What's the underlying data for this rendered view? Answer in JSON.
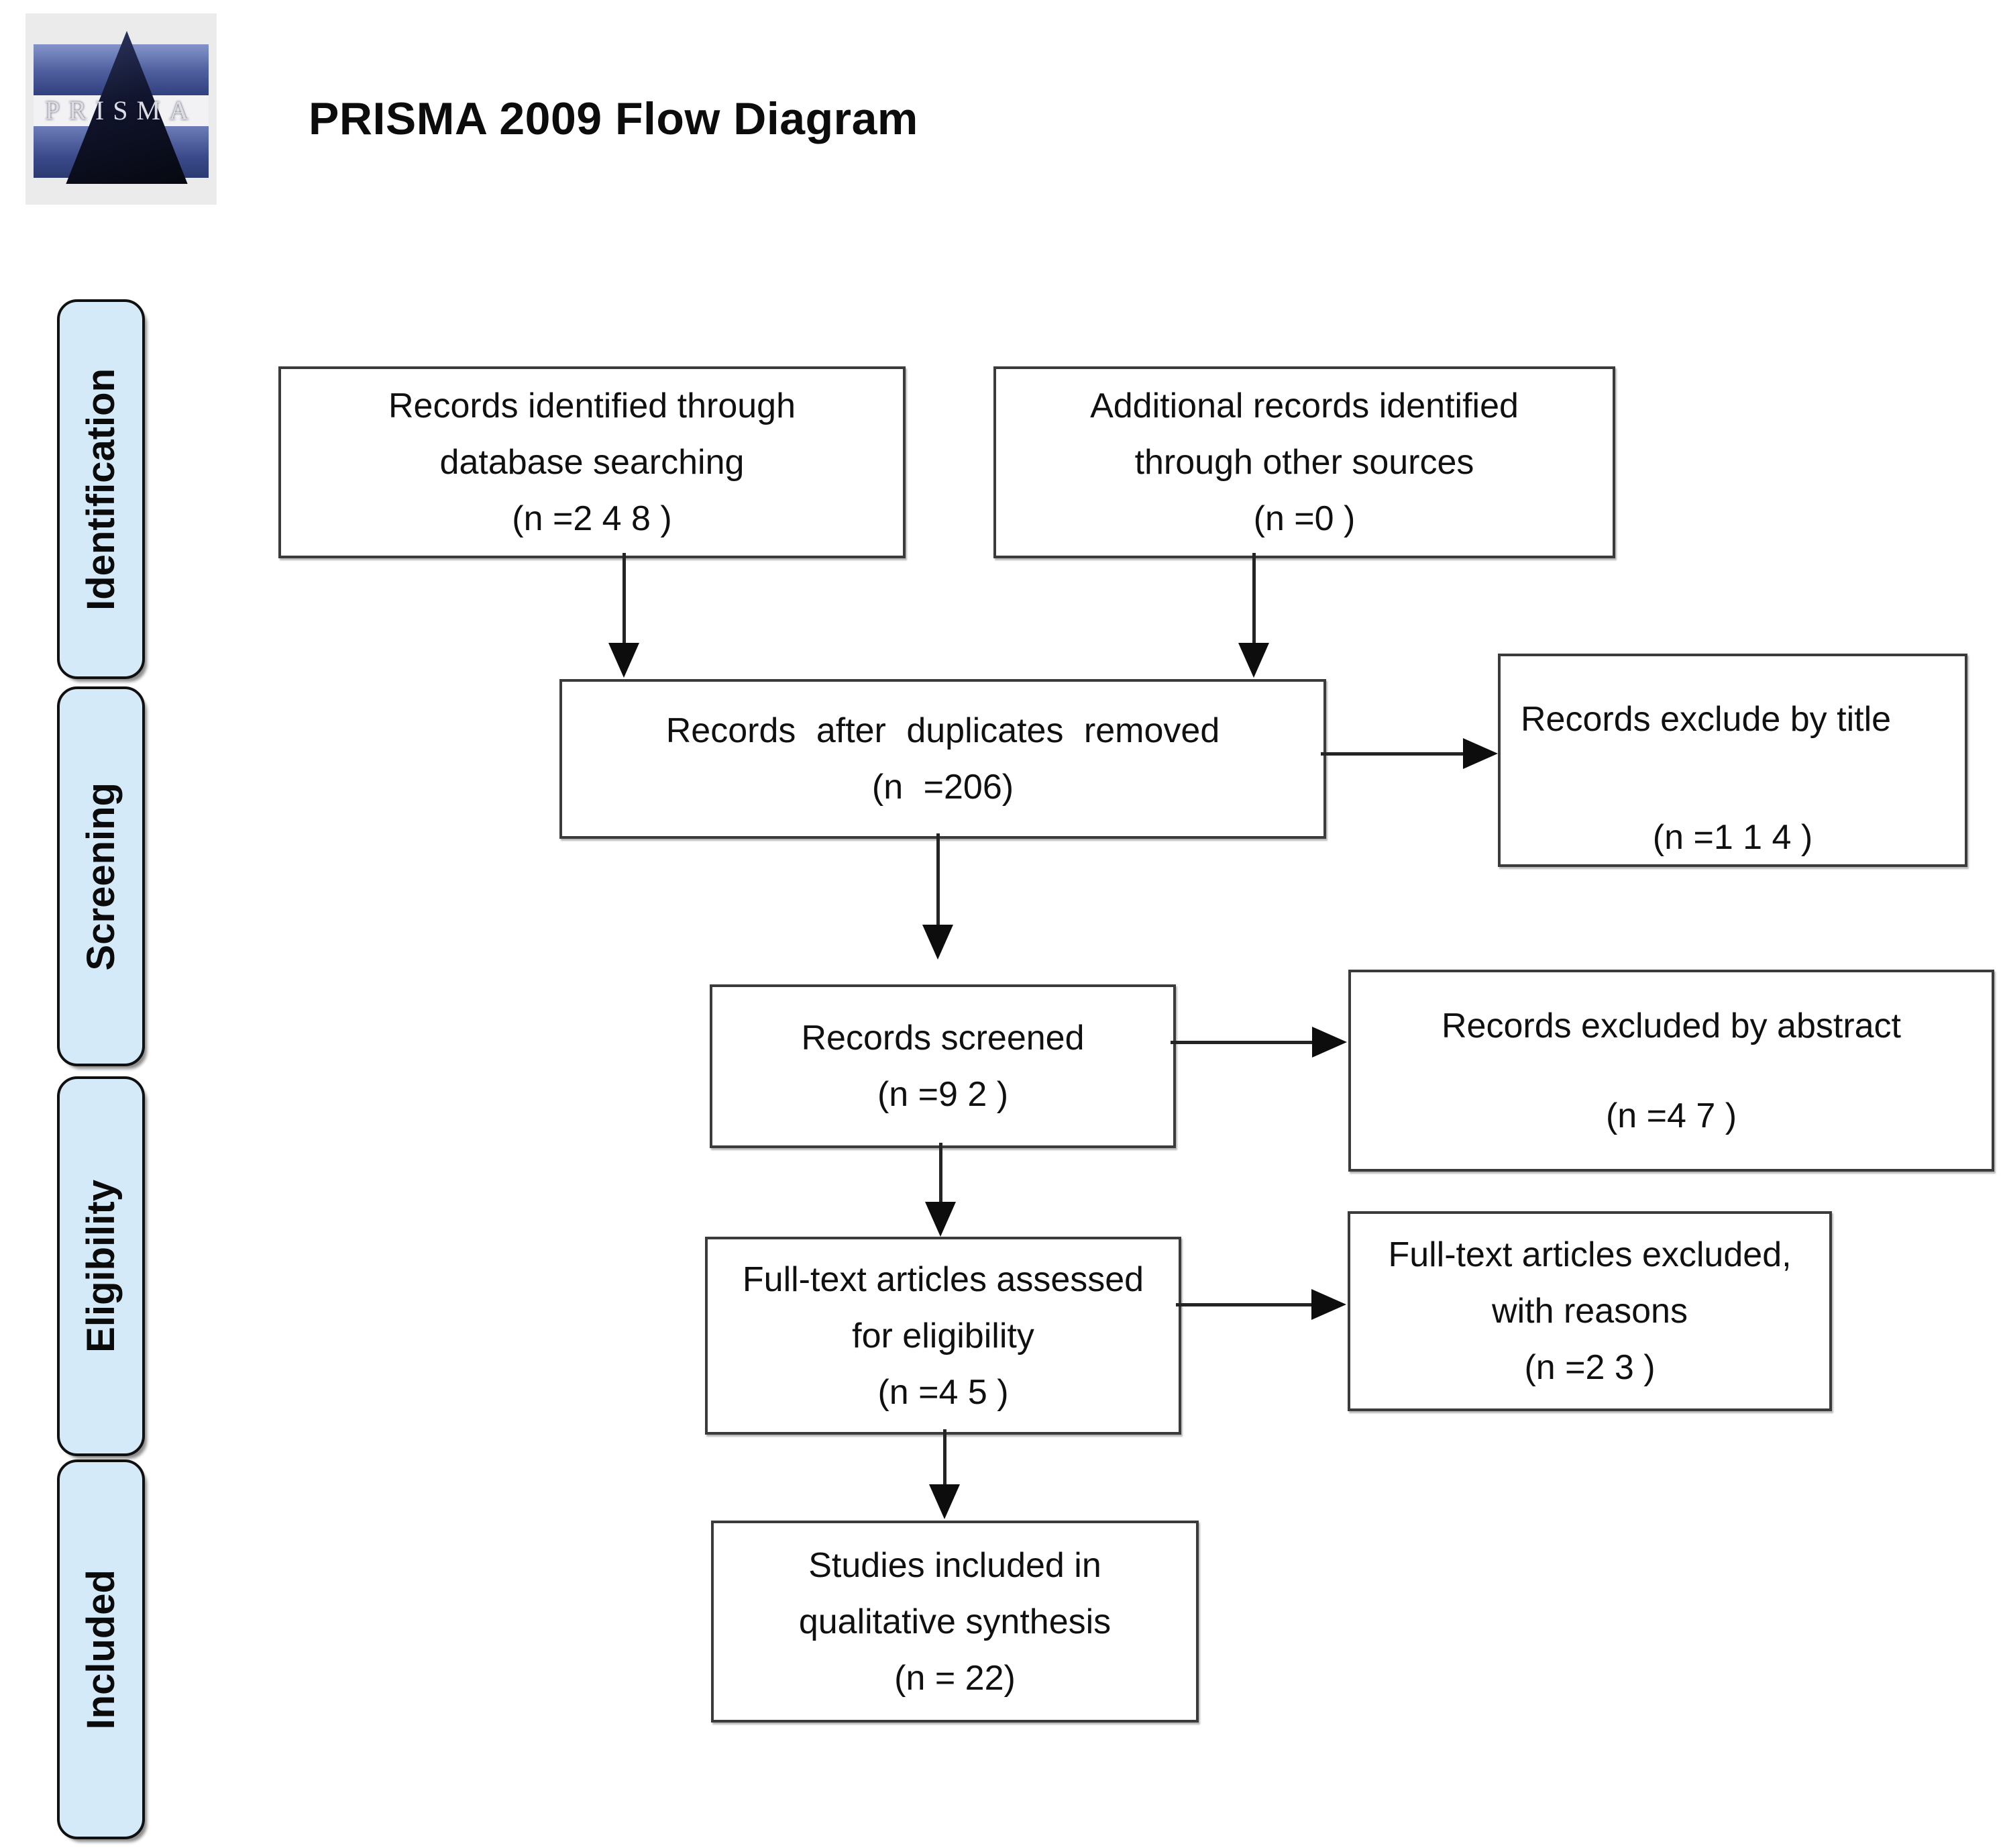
{
  "colors": {
    "sidebar_fill": "#d4eaf8",
    "box_border": "#3b3b3b",
    "connector_line": "#242424",
    "text": "#111111"
  },
  "header": {
    "title": "PRISMA 2009 Flow Diagram",
    "logo_text": "PRISMA"
  },
  "sidebar": {
    "stages": [
      {
        "label": "Identification"
      },
      {
        "label": "Screening"
      },
      {
        "label": "Eligibility"
      },
      {
        "label": "Included"
      }
    ]
  },
  "flow": {
    "boxes": [
      {
        "id": "records-identified",
        "lines": [
          "Records identified through",
          "database searching",
          "(n =2 4 8 )"
        ]
      },
      {
        "id": "additional-records",
        "lines": [
          "Additional records identified",
          "through other sources",
          "(n =0 )"
        ]
      },
      {
        "id": "duplicates-removed",
        "lines": [
          "Records after duplicates removed",
          "(n =206)"
        ]
      },
      {
        "id": "excluded-by-title",
        "lines": [
          "Records exclude by title",
          "(n =1 1 4 )"
        ]
      },
      {
        "id": "records-screened",
        "lines": [
          "Records screened",
          "(n =9 2 )"
        ]
      },
      {
        "id": "excluded-by-abstract",
        "lines": [
          "Records excluded by abstract",
          "(n =4 7 )"
        ]
      },
      {
        "id": "fulltext-assessed",
        "lines": [
          "Full-text articles assessed",
          "for eligibility",
          "(n =4 5 )"
        ]
      },
      {
        "id": "fulltext-excluded",
        "lines": [
          "Full-text articles excluded,",
          "with reasons",
          "(n =2 3 )"
        ]
      },
      {
        "id": "studies-included",
        "lines": [
          "Studies included in",
          "qualitative synthesis",
          "(n = 22)"
        ]
      }
    ]
  }
}
